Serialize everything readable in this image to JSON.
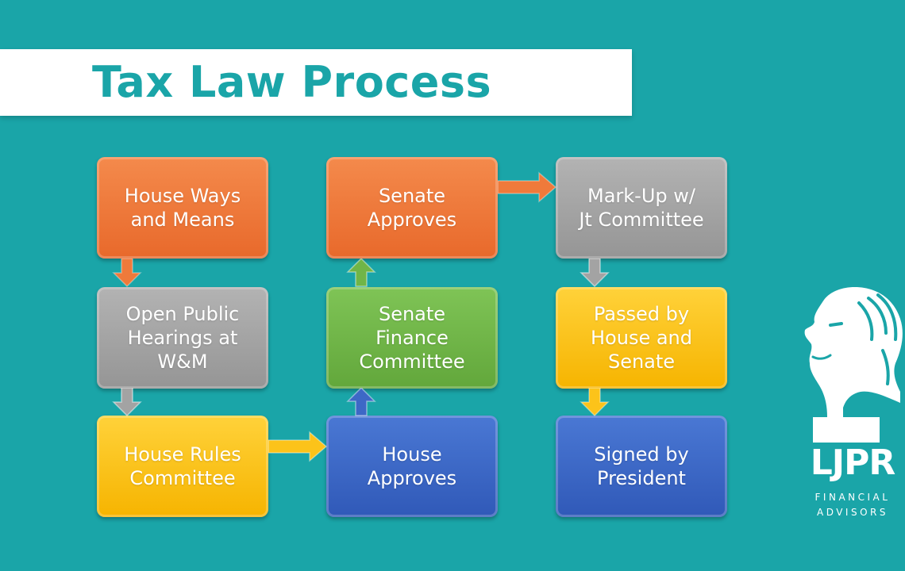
{
  "title": "Tax Law Process",
  "steps": {
    "house_ways": "House Ways\nand Means",
    "open_hearings": "Open Public\nHearings at\nW&M",
    "house_rules": "House Rules\nCommittee",
    "house_approves": "House\nApproves",
    "senate_finance": "Senate\nFinance\nCommittee",
    "senate_approves": "Senate\nApproves",
    "markup": "Mark-Up w/\nJt Committee",
    "passed": "Passed by\nHouse and\nSenate",
    "signed": "Signed by\nPresident"
  },
  "logo": {
    "name": "LJPR",
    "line1": "FINANCIAL",
    "line2": "ADVISORS"
  },
  "colors": {
    "background": "#1aa5a8",
    "orange": "#ef7a3b",
    "gray": "#a3a3a3",
    "yellow": "#fcc31a",
    "blue": "#3d68c6",
    "green": "#70b547"
  }
}
